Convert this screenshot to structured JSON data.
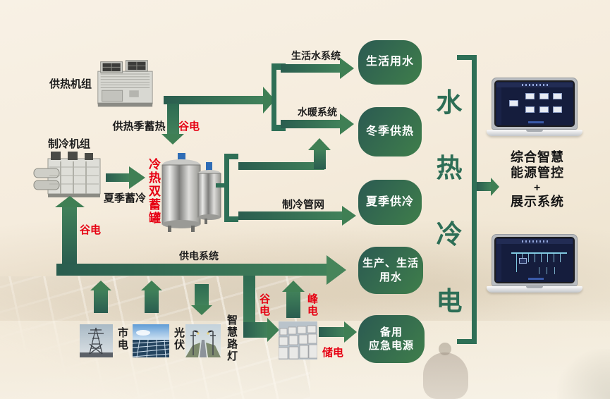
{
  "heating": {
    "unit_label": "供热机组",
    "storage_label": "供热季蓄热",
    "valley_power_label": "谷电"
  },
  "cooling": {
    "unit_label": "制冷机组",
    "storage_label": "夏季蓄冷",
    "valley_power_label": "谷电",
    "tank_label": "冷热双蓄罐"
  },
  "pipelines": {
    "domestic_water_system": "生活水系统",
    "hvac_system": "水暖系统",
    "cooling_network": "制冷管网",
    "power_system": "供电系统"
  },
  "outputs": [
    {
      "line1": "生活用水",
      "line2": ""
    },
    {
      "line1": "冬季供热",
      "line2": ""
    },
    {
      "line1": "夏季供冷",
      "line2": ""
    },
    {
      "line1": "生产、生活",
      "line2": "用水"
    },
    {
      "line1": "备用",
      "line2": "应急电源"
    }
  ],
  "banner": [
    "水",
    "热",
    "冷",
    "电"
  ],
  "power": {
    "valley_store_label": "谷电",
    "peak_label": "峰电",
    "stored_label": "储电"
  },
  "sources": [
    {
      "label": "市电"
    },
    {
      "label": "光伏"
    },
    {
      "label": "智慧路灯"
    }
  ],
  "right_panel": {
    "line1": "综合智慧",
    "line2": "能源管控",
    "line3": "+",
    "line4": "展示系统"
  },
  "colors": {
    "flow_green": "#2e6f56",
    "arrow_green": "#3f7f54",
    "box_gradient_start": "#2b5a52",
    "box_gradient_end": "#3f7e4b",
    "accent_red": "#e60012",
    "banner_green": "#2d6e56"
  }
}
